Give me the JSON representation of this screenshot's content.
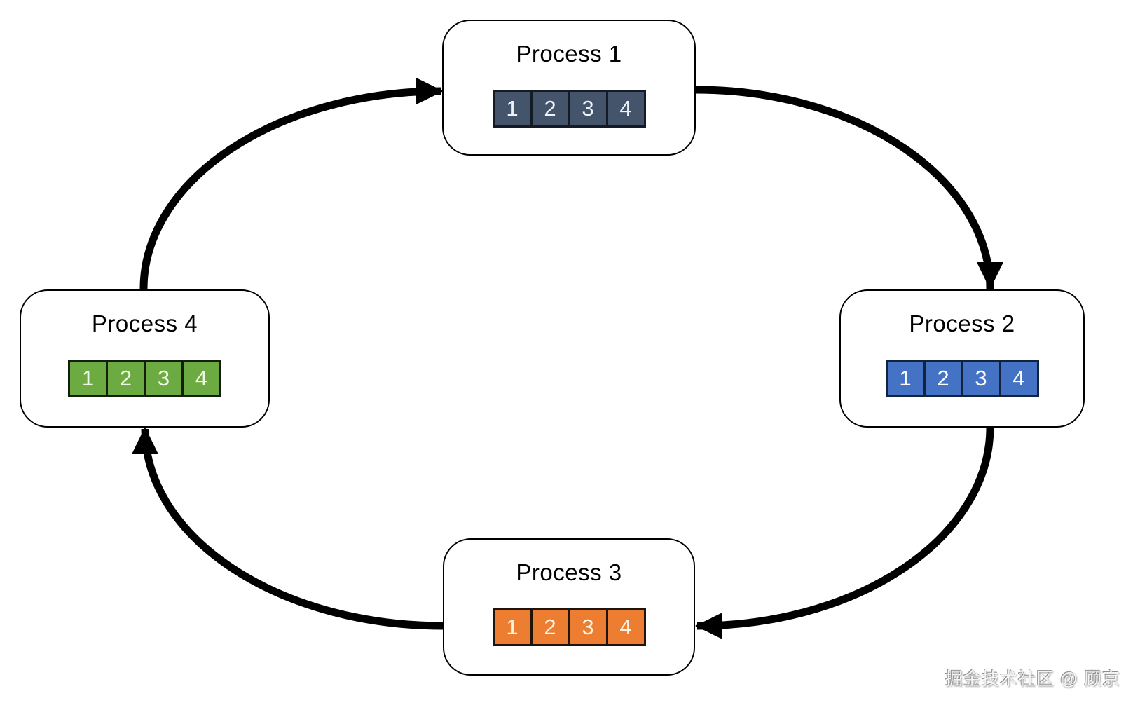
{
  "diagram": {
    "type": "ring-topology-cycle",
    "background": "#ffffff",
    "arrow_color": "#000000",
    "box_fill": "#ffffff",
    "box_border_color": "#000000",
    "flow_direction": "clockwise",
    "connections": [
      "Process 4 → Process 1",
      "Process 1 → Process 2",
      "Process 2 → Process 3",
      "Process 3 → Process 4"
    ]
  },
  "processes": [
    {
      "title": "Process 1",
      "cells": [
        "1",
        "2",
        "3",
        "4"
      ],
      "cell_color": "#44546A",
      "cell_border_color": "#141b24",
      "number_color": "#EDF2F8"
    },
    {
      "title": "Process 2",
      "cells": [
        "1",
        "2",
        "3",
        "4"
      ],
      "cell_color": "#4472C4",
      "cell_border_color": "#14233c",
      "number_color": "#FFFFFF"
    },
    {
      "title": "Process 3",
      "cells": [
        "1",
        "2",
        "3",
        "4"
      ],
      "cell_color": "#ED7D31",
      "cell_border_color": "#1f130a",
      "number_color": "#FDF3E0"
    },
    {
      "title": "Process 4",
      "cells": [
        "1",
        "2",
        "3",
        "4"
      ],
      "cell_color": "#6CAB41",
      "cell_border_color": "#151d0e",
      "number_color": "#F0F7E5"
    }
  ],
  "watermark": {
    "text": "掘金技术社区 @ 顾京",
    "color": "#f4f4f4",
    "shadow_color": "#8f8f8f"
  }
}
